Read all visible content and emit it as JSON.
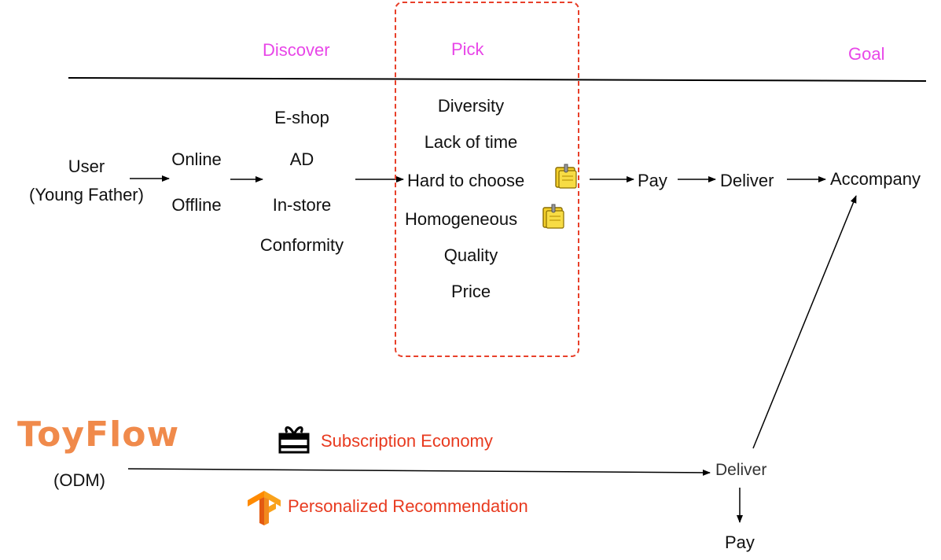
{
  "stages": {
    "discover": "Discover",
    "pick": "Pick",
    "goal": "Goal"
  },
  "user": {
    "line1": "User",
    "line2": "(Young Father)"
  },
  "channels": {
    "online": "Online",
    "offline": "Offline"
  },
  "discover_items": [
    "E-shop",
    "AD",
    "In-store",
    "Conformity"
  ],
  "pick_items": [
    "Diversity",
    "Lack of time",
    "Hard to choose",
    "Homogeneous",
    "Quality",
    "Price"
  ],
  "top_flow": {
    "pay": "Pay",
    "deliver": "Deliver",
    "accompany": "Accompany"
  },
  "toyflow": {
    "logo_text": "ToyFlow",
    "odm": "(ODM)",
    "subscription": "Subscription Economy",
    "personalized": "Personalized Recommendation",
    "deliver": "Deliver",
    "pay": "Pay"
  },
  "colors": {
    "stage": "#e846e8",
    "highlight": "#e83a1f",
    "pick_box": "#e8402a",
    "logo": "#f08a4b"
  },
  "icons": [
    "gift-box-icon",
    "tensorflow-icon",
    "sticky-note-icon"
  ]
}
